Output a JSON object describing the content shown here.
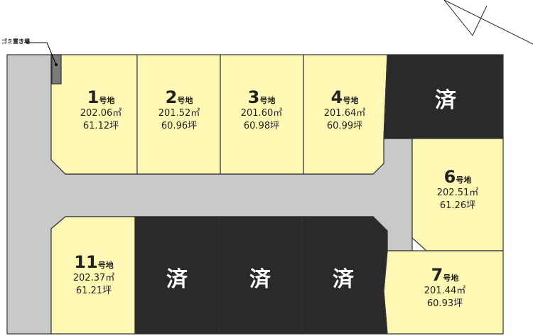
{
  "colors": {
    "available": "#fff8b4",
    "sold": "#2b2a2a",
    "road": "#c9c9c9",
    "garbage": "#7a7a7a"
  },
  "garbage_label": "ゴミ置き場",
  "lot_suffix": "号地",
  "sold_label": "済",
  "lots": [
    {
      "no": "1",
      "sqm": "202.06㎡",
      "tsubo": "61.12坪"
    },
    {
      "no": "2",
      "sqm": "201.52㎡",
      "tsubo": "60.96坪"
    },
    {
      "no": "3",
      "sqm": "201.60㎡",
      "tsubo": "60.98坪"
    },
    {
      "no": "4",
      "sqm": "201.64㎡",
      "tsubo": "60.99坪"
    },
    {
      "no": "6",
      "sqm": "202.51㎡",
      "tsubo": "61.26坪"
    },
    {
      "no": "7",
      "sqm": "201.44㎡",
      "tsubo": "60.93坪"
    },
    {
      "no": "11",
      "sqm": "202.37㎡",
      "tsubo": "61.21坪"
    }
  ]
}
